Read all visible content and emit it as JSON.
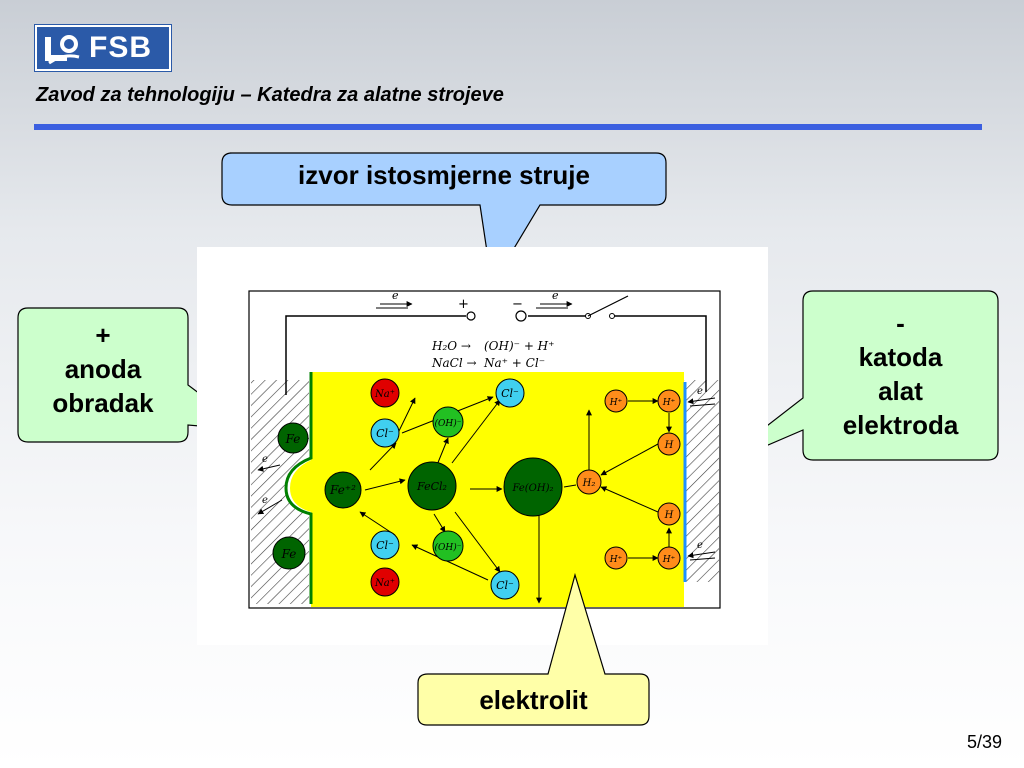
{
  "header": {
    "logo_text": "FSB",
    "department": "Zavod za tehnologiju – Katedra za alatne strojeve"
  },
  "callouts": {
    "source": "izvor istosmjerne struje",
    "anode_sign": "+",
    "anode_line1": "anoda",
    "anode_line2": "obradak",
    "cathode_sign": "-",
    "cathode_line1": "katoda",
    "cathode_line2": "alat",
    "cathode_line3": "elektroda",
    "electrolyte": "elektrolit"
  },
  "circuit": {
    "plus": "+",
    "minus": "−",
    "electron": "e"
  },
  "reactions": {
    "r1_left": "H₂O →",
    "r1_right": "(OH)⁻ + H⁺",
    "r2_left": "NaCl →",
    "r2_right": "Na⁺ + Cl⁻"
  },
  "ions": {
    "fe": "Fe",
    "fe2": "Fe⁺²",
    "na": "Na⁺",
    "cl": "Cl⁻",
    "oh": "(OH)⁻",
    "fecl2": "FeCl₂",
    "feoh2": "Fe(OH)₂",
    "h_plus": "H⁺",
    "h": "H",
    "h2": "H₂"
  },
  "colors": {
    "electrolyte": "#ffff00",
    "anode_edge": "#008000",
    "cathode_edge": "#1e90ff",
    "iron": "#006400",
    "sodium": "#e00000",
    "chloride": "#40d0f0",
    "hydroxide": "#22c022",
    "hydrogen": "#ff8c1a",
    "callout_source": "#a8d0ff",
    "callout_electrodes": "#ccffcc",
    "callout_electrolyte": "#ffffa8",
    "rule": "#3b5fe0"
  },
  "footer": {
    "page": "5/39"
  }
}
